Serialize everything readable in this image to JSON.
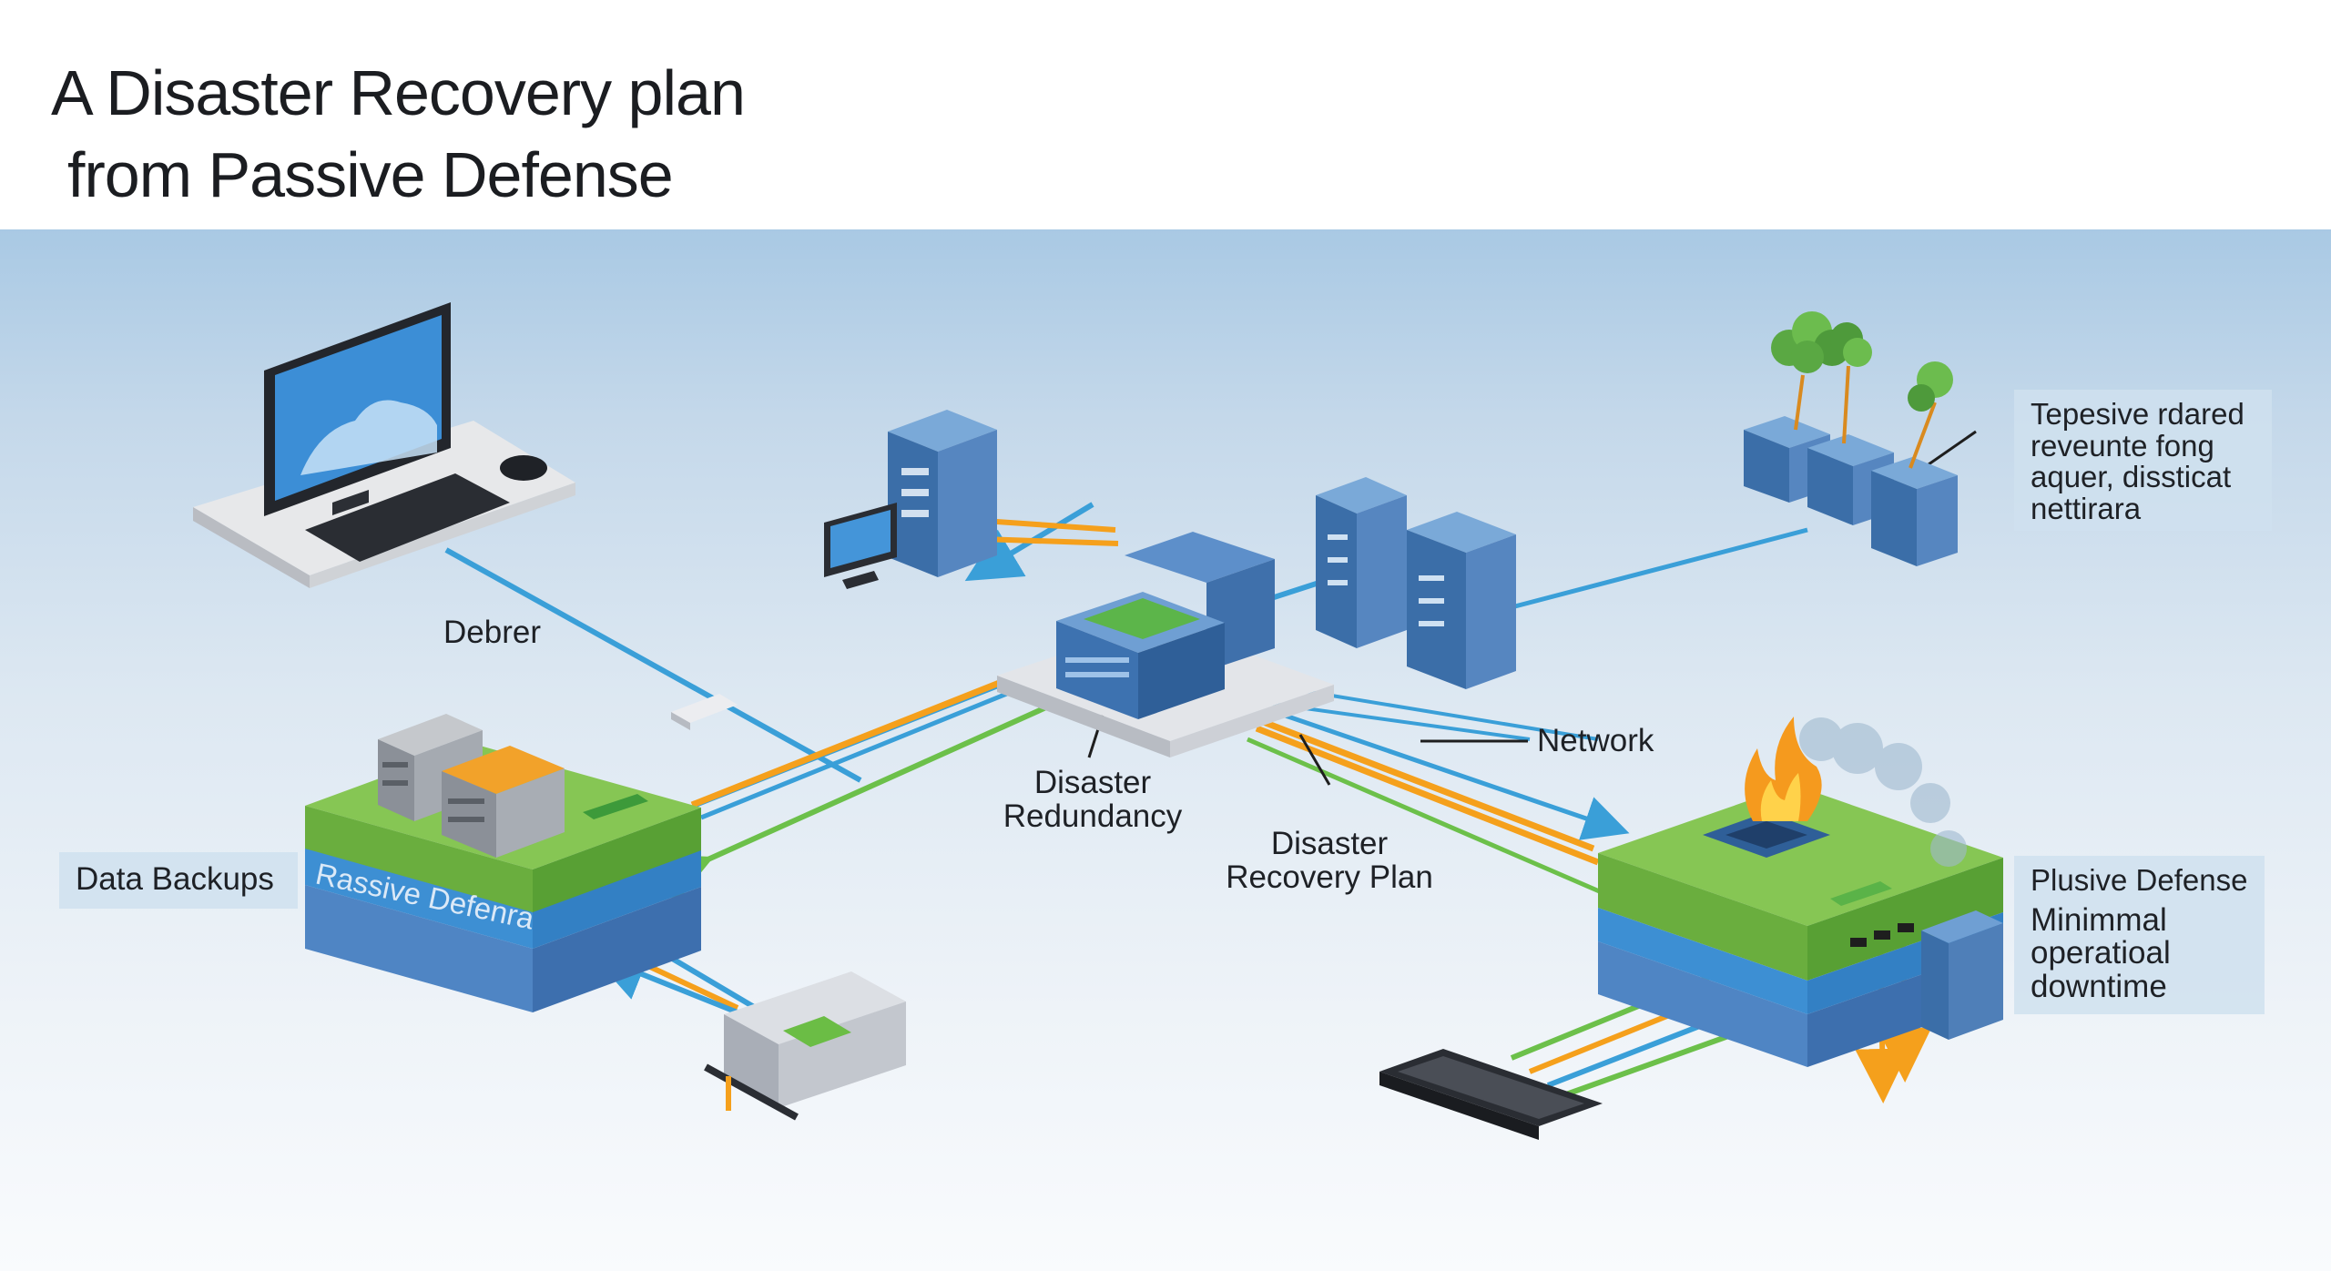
{
  "title": {
    "line1": "A Disaster Recovery plan",
    "line2": "from Passive Defense"
  },
  "labels": {
    "debrer": "Debrer",
    "network": "Network",
    "disaster_redundancy": [
      "Disaster",
      "Redundancy"
    ],
    "disaster_recovery_plan": [
      "Disaster",
      "Recovery Plan"
    ],
    "data_backups": "Data Backups",
    "platform_text": "Rassive Defenra"
  },
  "panels": {
    "top_right": [
      "Tepesive rdared",
      "reveunte fong",
      "aquer, dissticat",
      "nettirara"
    ],
    "bottom_right": {
      "title": "Plusive Defense",
      "lines": [
        "Minimmal",
        "operatioal",
        "downtime"
      ]
    }
  },
  "colors": {
    "blue_line": "#3a9fd8",
    "orange_line": "#f5a01c",
    "green_line": "#6cc04a",
    "platform_green": "#7cc04a",
    "platform_blue": "#3e8fd0",
    "server_blue": "#4f86c0"
  },
  "icons": [
    "desktop-computer-icon",
    "server-rack-icon",
    "laptop-monitor-icon",
    "network-switch-icon",
    "tree-icon",
    "fire-icon",
    "smoke-icon",
    "keyboard-icon",
    "printer-icon"
  ]
}
